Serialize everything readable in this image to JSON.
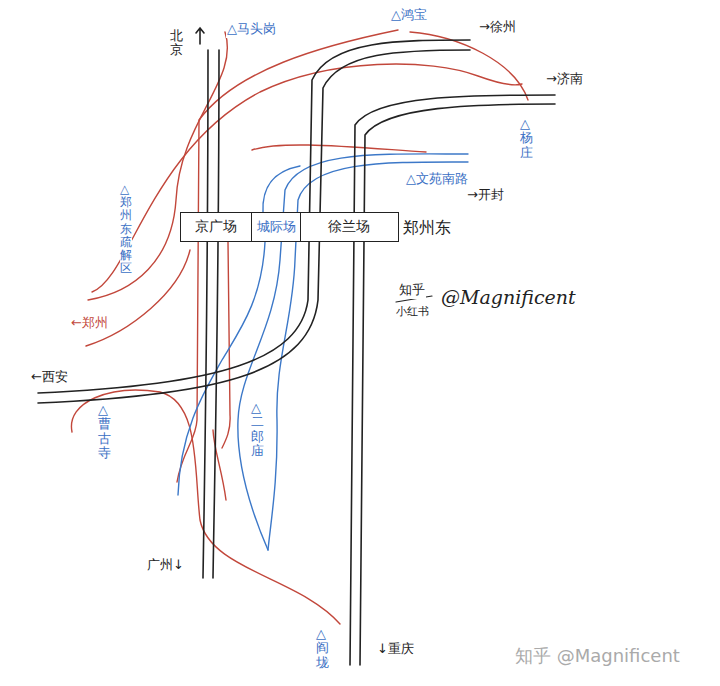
{
  "diagram": {
    "nodes": [
      {
        "text": [
          "郑州东"
        ]
      },
      {
        "text": [
          "京广场"
        ],
        "in": 0
      },
      {
        "text": [
          "城际场"
        ],
        "in": 0
      },
      {
        "text": [
          "徐兰场"
        ],
        "in": 0
      }
    ],
    "labels": [
      "北京",
      "△马头岗",
      "△鸿宝",
      "→徐州",
      "→济南",
      "△杨庄",
      "△文苑南路",
      "→开封",
      "△郑州东疏解区",
      "←郑州",
      "←西安",
      "△曹古寺",
      "△二郎庙",
      "广州↓",
      "△阎垅",
      "↓重庆",
      "知乎",
      "小红书",
      "@Magnificent",
      "知乎 @Magnificent"
    ]
  }
}
